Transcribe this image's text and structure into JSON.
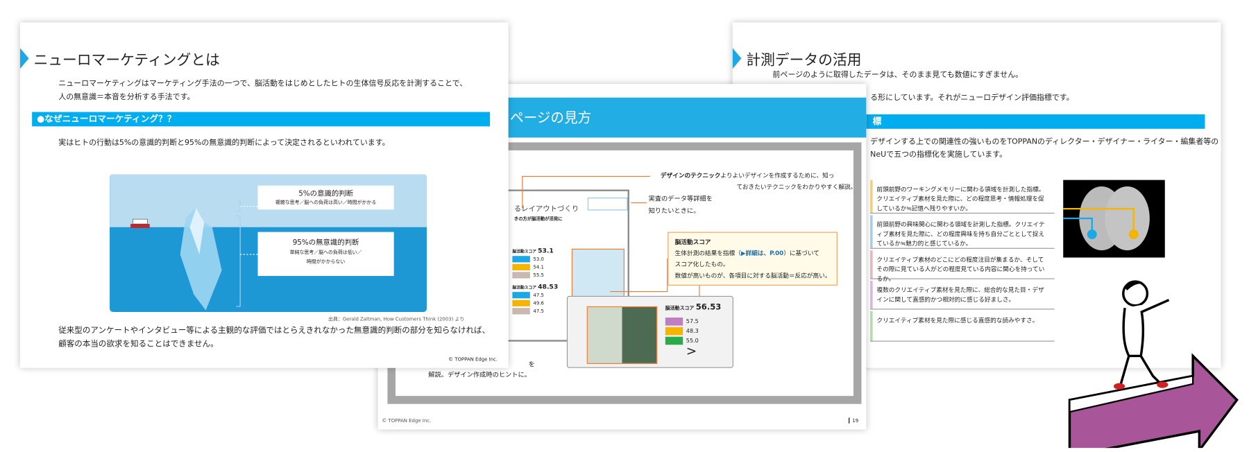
{
  "slide_neuro": {
    "title": "ニューロマーケティングとは",
    "intro": [
      "ニューロマーケティングはマーケティング手法の一つで、脳活動をはじめとしたヒトの生体信号反応を計測することで、",
      "人の無意識＝本音を分析する手法です。"
    ],
    "section": "●なぜニューロマーケティング？？",
    "statement": "実はヒトの行動は5%の意識的判断と95%の無意識的判断によって決定されるといわれています。",
    "conscious": {
      "title": "5%の意識的判断",
      "desc": "複雑な思考／脳への負荷は高い／時間がかかる"
    },
    "unconscious": {
      "title": "95%の無意識的判断",
      "desc1": "単純な思考／脳への負荷は低い／",
      "desc2": "時間がかからない"
    },
    "source": "出典：Gerald Zaltman, How Customers Think (2003) より",
    "conclusion": [
      "従来型のアンケートやインタビュー等による主観的な評価ではとらえきれなかった無意識的判断の部分を知らなければ、",
      "顧客の本当の欲求を知ることはできません。"
    ],
    "copyright": "© TOPPAN Edge Inc."
  },
  "slide_page": {
    "title": "ページの見方",
    "layout_title": "るレイアウトづくり",
    "layout_sub": "きの方が脳活動が活発に",
    "technique_bold": "デザインのテクニック",
    "technique_text1": "よりよいデザインを作成するために、知っ",
    "technique_text2": "ておきたいテクニックをわかりやすく解説。",
    "data_note1": "実査のデータ等詳細を",
    "data_note2": "知りたいときに。",
    "score_box": {
      "title": "脳活動スコア",
      "line1a": "生体計測の結果を指標（",
      "line1b": "▶詳細は、P.00",
      "line1c": "）に基づいて",
      "line2": "スコア化したもの。",
      "line3": "数値が高いものが、各項目に対する脳活動＝反応が高い。"
    },
    "mock_scores": [
      {
        "label": "脳活動スコア",
        "total": "53.1",
        "vals": [
          "53.0",
          "54.1",
          "55.5"
        ]
      },
      {
        "label": "脳活動スコア",
        "total": "48.53",
        "vals": [
          "47.5",
          "49.6",
          "47.5"
        ]
      }
    ],
    "card": {
      "label": "脳活動スコア",
      "total": "56.53",
      "vals": [
        "57.5",
        "48.3",
        "55.0"
      ],
      "next": ">"
    },
    "hint1": "を",
    "hint2": "解説。デザイン作成時のヒントに。",
    "copyright": "© TOPPAN Edge Inc.",
    "page_number": "19",
    "colors": {
      "blue": "#1aa9e6",
      "yellow": "#f5b400",
      "green": "#2aab4a",
      "purple": "#c07ec0",
      "orange": "#f07a2a"
    }
  },
  "slide_data": {
    "title": "計測データの活用",
    "intro1": "前ページのように取得したデータは、そのまま見ても数値にすぎません。",
    "intro2": "る形にしています。それがニューロデザイン評価指標です。",
    "section": "標",
    "body1": "デザインする上での関連性の強いものをTOPPANのディレクター・デザイナー・ライター・編集者等の",
    "body2": "NeUで五つの指標化を実施しています。",
    "rows": [
      {
        "text": "前頭前野のワーキングメモリーに関わる領域を計測した指標。クリエイティブ素材を見た際に、どの程度思考・情報処理を促しているか≒記憶へ残りやすいか。",
        "color": "#f2d27a"
      },
      {
        "text": "前頭前野の興味関心に関わる領域を計測した指標。クリエイティブ素材を見た際に、どの程度興味を持ち自分ごととして捉えているか≒魅力的と感じているか。",
        "color": "#a9cfe6"
      },
      {
        "text": "クリエイティブ素材のどこにどの程度注目が集まるか、そしてその際に見ている人がどの程度見ている内容に関心を持っているか。",
        "color": "#e6b9c4"
      },
      {
        "text": "複数のクリエイティブ素材を見た際に、総合的な見た目・デザインに関して直感的かつ相対的に感じる好ましさ。",
        "color": "#d9b9df"
      },
      {
        "text": "クリエイティブ素材を見た際に感じる直感的な読みやすさ。",
        "color": "#b9dcae"
      }
    ]
  }
}
